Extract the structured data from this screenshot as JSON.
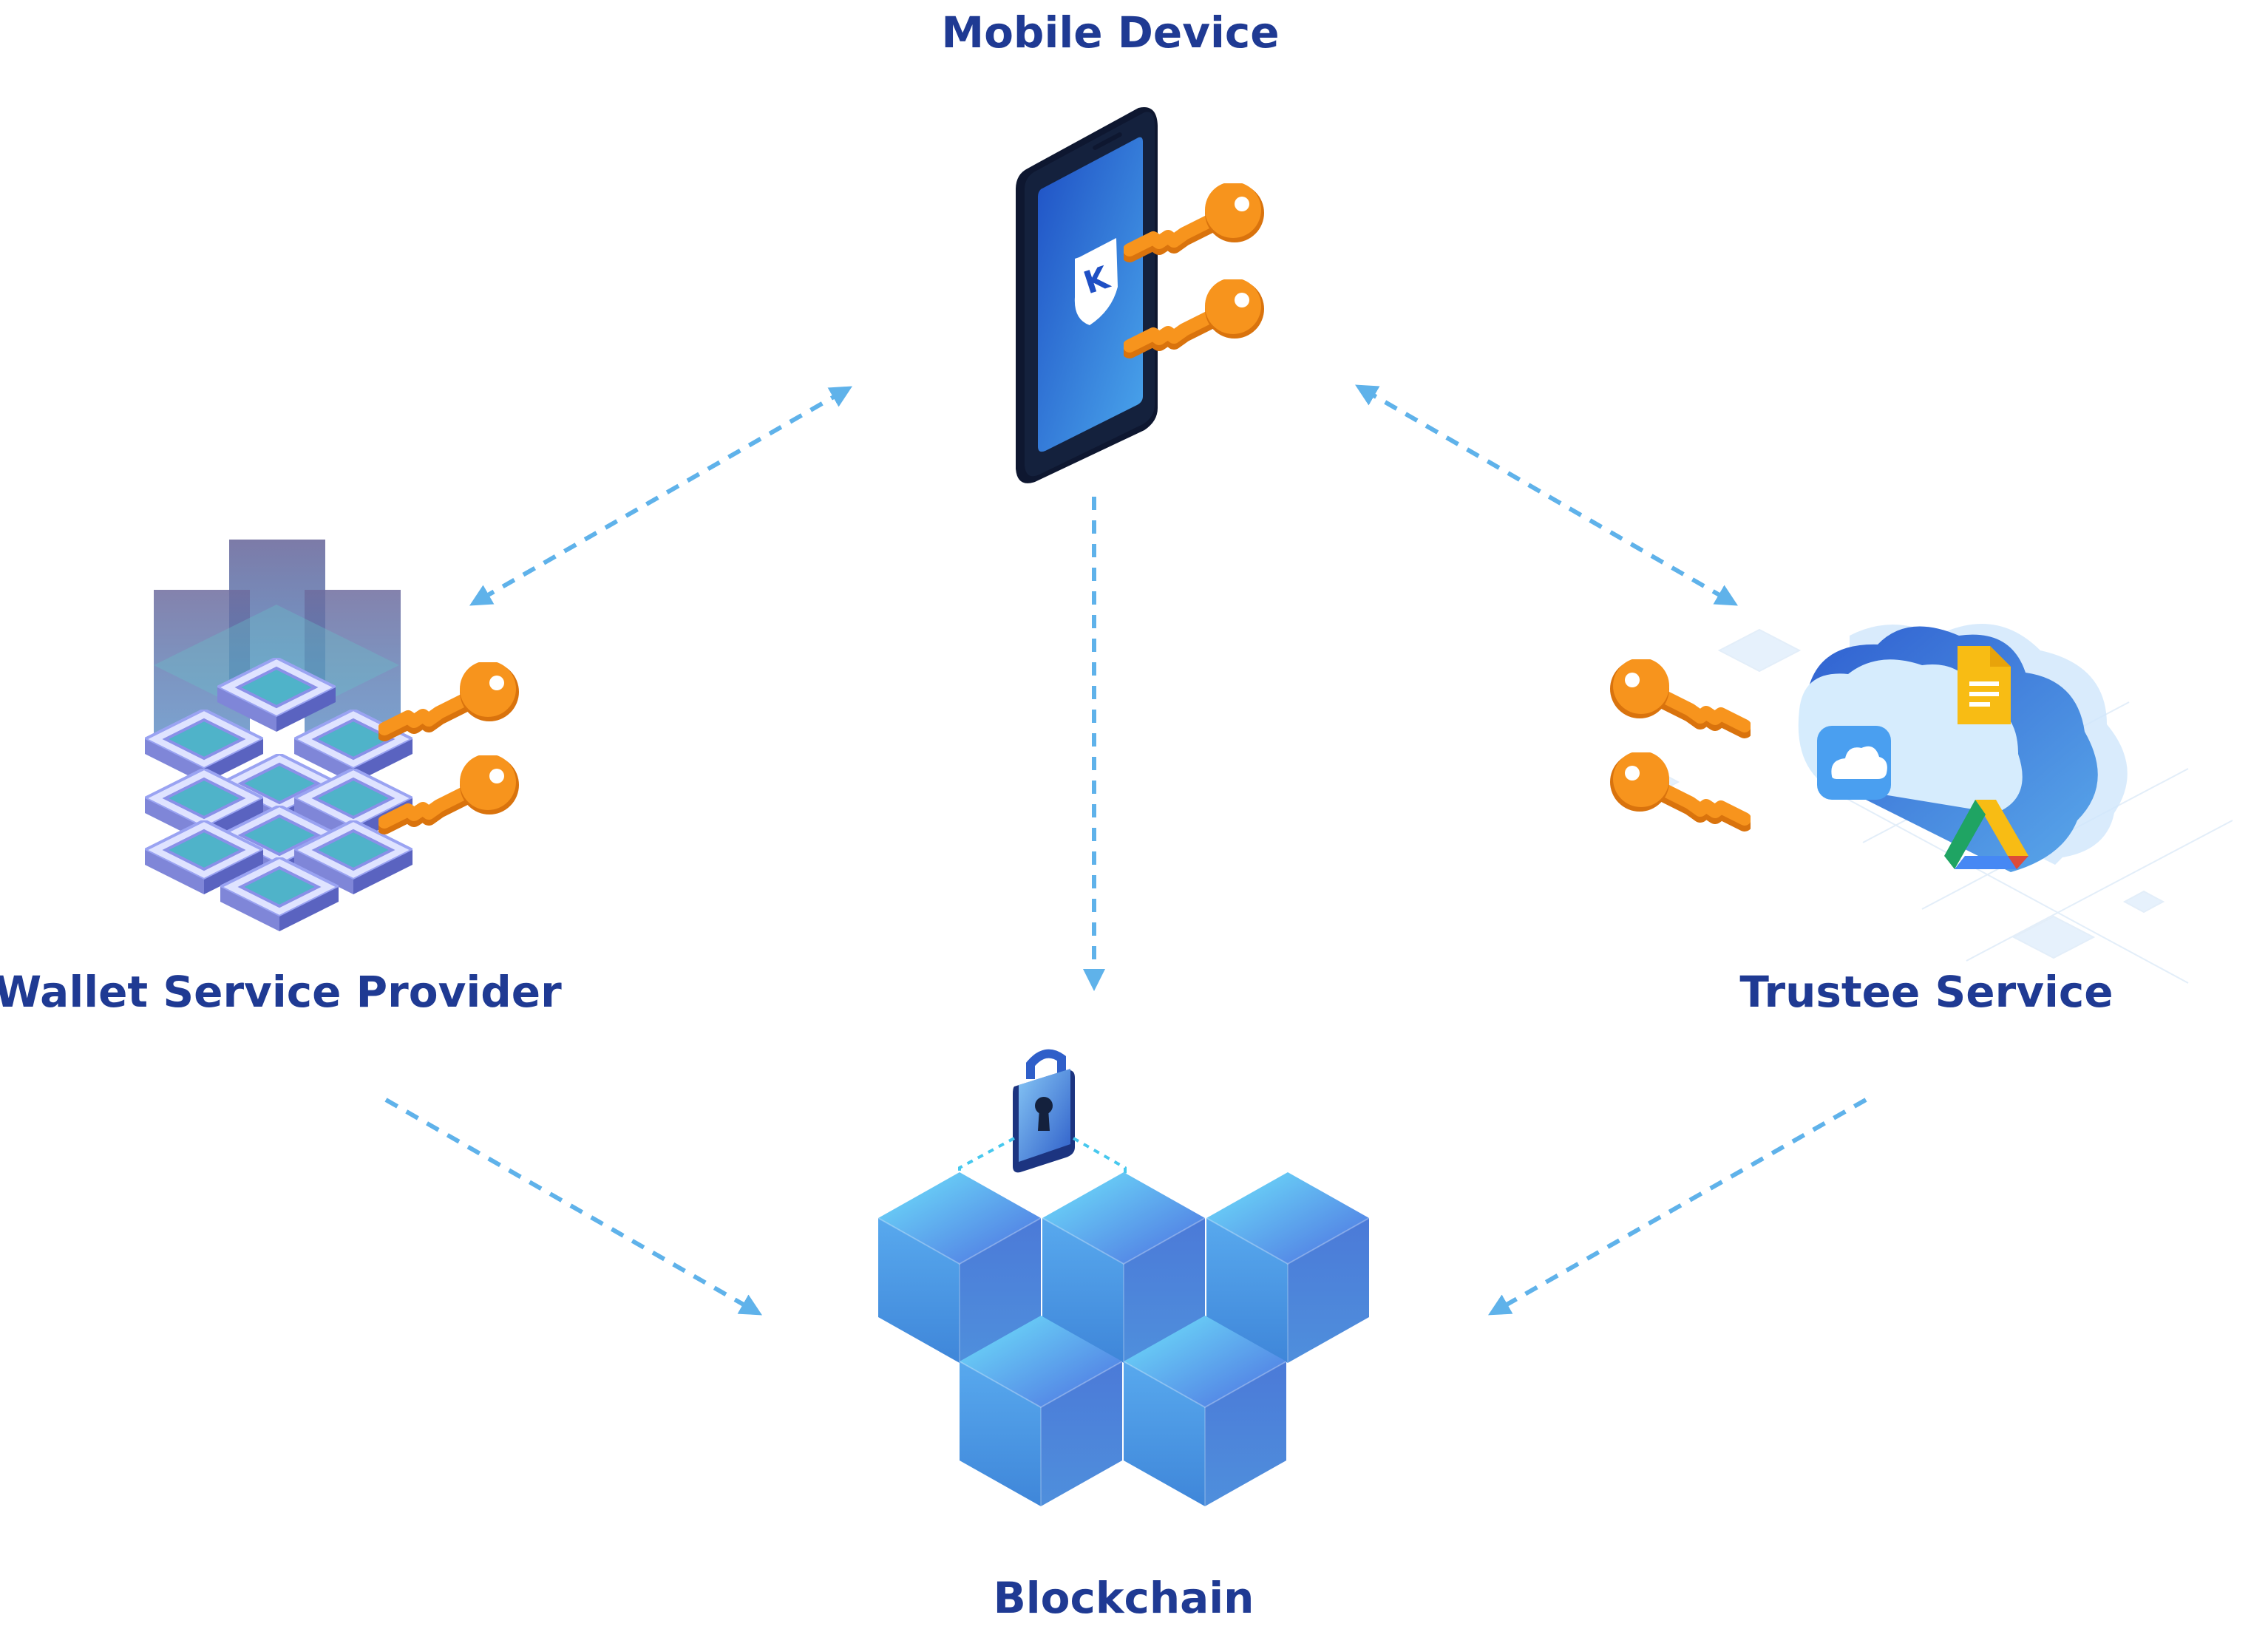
{
  "diagram": {
    "nodes": {
      "mobile_device": {
        "label": "Mobile Device",
        "icon": "smartphone-icon"
      },
      "wallet_service_provider": {
        "label": "Wallet Service Provider",
        "icon": "server-stack-icon"
      },
      "trustee_service": {
        "label": "Trustee Service",
        "icon": "cloud-storage-icon"
      },
      "blockchain": {
        "label": "Blockchain",
        "icon": "blockchain-cubes-icon"
      }
    },
    "edges": [
      {
        "from": "mobile_device",
        "to": "wallet_service_provider",
        "style": "dashed",
        "direction": "both"
      },
      {
        "from": "mobile_device",
        "to": "trustee_service",
        "style": "dashed",
        "direction": "both"
      },
      {
        "from": "mobile_device",
        "to": "blockchain",
        "style": "dashed",
        "direction": "forward"
      },
      {
        "from": "wallet_service_provider",
        "to": "blockchain",
        "style": "dashed",
        "direction": "forward"
      },
      {
        "from": "trustee_service",
        "to": "blockchain",
        "style": "dashed",
        "direction": "forward"
      }
    ]
  },
  "colors": {
    "label": "#1f3a93",
    "arrow": "#5fb2ea",
    "key": "#f7941d",
    "key_dark": "#d9730d",
    "phone_body": "#14213d",
    "phone_screen": "#2f6fd6",
    "cube_light": "#5ad1f5",
    "cube_mid": "#4c8fe0",
    "cube_dark": "#3a5fc9",
    "server_top": "#6c6aa0",
    "cloud": "#3d7fdc",
    "cloud_light": "#cfe6fb"
  }
}
